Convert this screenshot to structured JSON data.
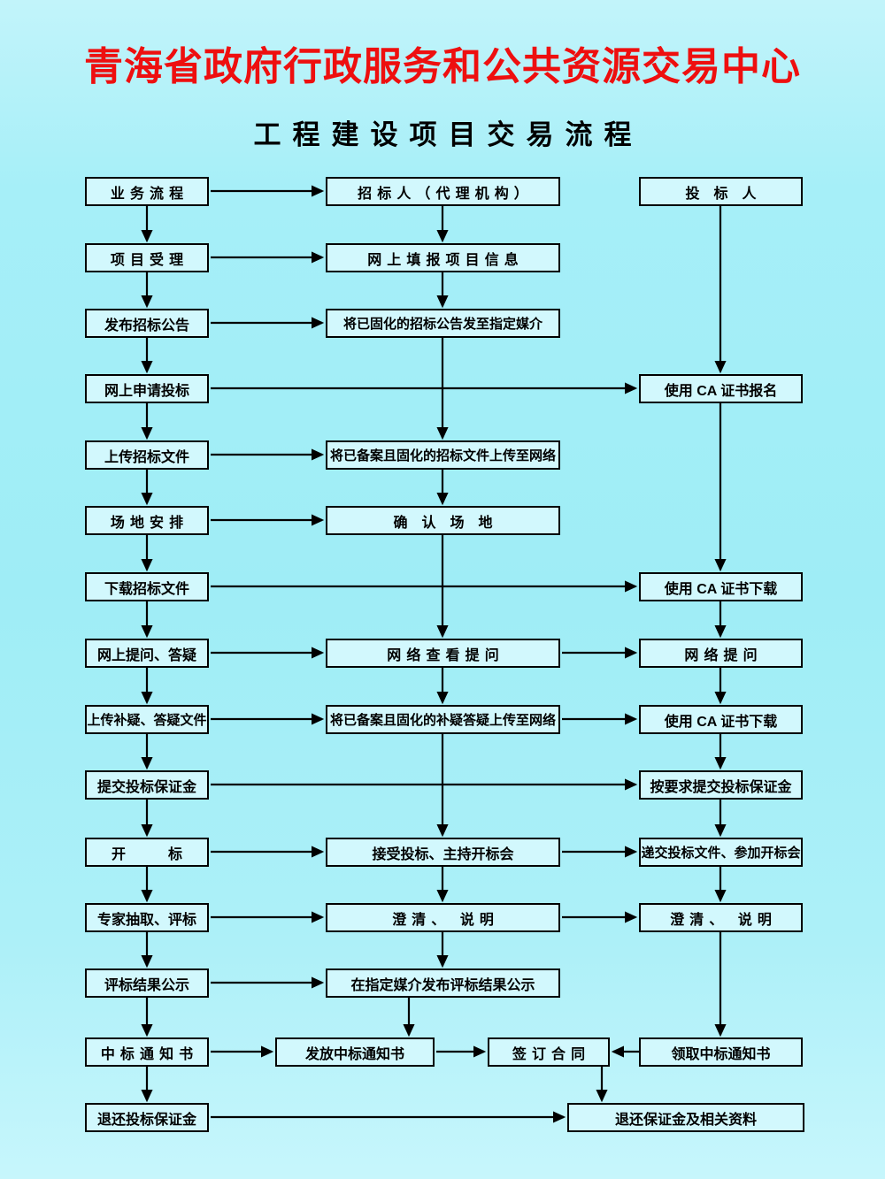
{
  "header": {
    "title": "青海省政府行政服务和公共资源交易中心",
    "subtitle": "工程建设项目交易流程"
  },
  "colors": {
    "background": "#a6eff8",
    "box_fill": "#d2f8fd",
    "box_border": "#000000",
    "title_red": "#ee0f0f",
    "text": "#000000"
  },
  "flowchart": {
    "left": [
      "业务流程",
      "项目受理",
      "发布招标公告",
      "网上申请投标",
      "上传招标文件",
      "场地安排",
      "下载招标文件",
      "网上提问、答疑",
      "上传补疑、答疑文件",
      "提交投标保证金",
      "开　　　标",
      "专家抽取、评标",
      "评标结果公示",
      "中标通知书",
      "退还投标保证金"
    ],
    "middle": [
      "招标人（代理机构）",
      "网上填报项目信息",
      "将已固化的招标公告发至指定媒介",
      "将已备案且固化的招标文件上传至网络",
      "确　认　场　地",
      "网络查看提问",
      "将已备案且固化的补疑答疑上传至网络",
      "接受投标、主持开标会",
      "澄清、 说明",
      "在指定媒介发布评标结果公示",
      "发放中标通知书",
      "签订合同"
    ],
    "right": [
      "投　标　人",
      "使用 CA 证书报名",
      "使用 CA 证书下载",
      "网络提问",
      "使用 CA 证书下载",
      "按要求提交投标保证金",
      "递交投标文件、参加开标会",
      "澄清、 说明",
      "领取中标通知书",
      "退还保证金及相关资料"
    ]
  }
}
